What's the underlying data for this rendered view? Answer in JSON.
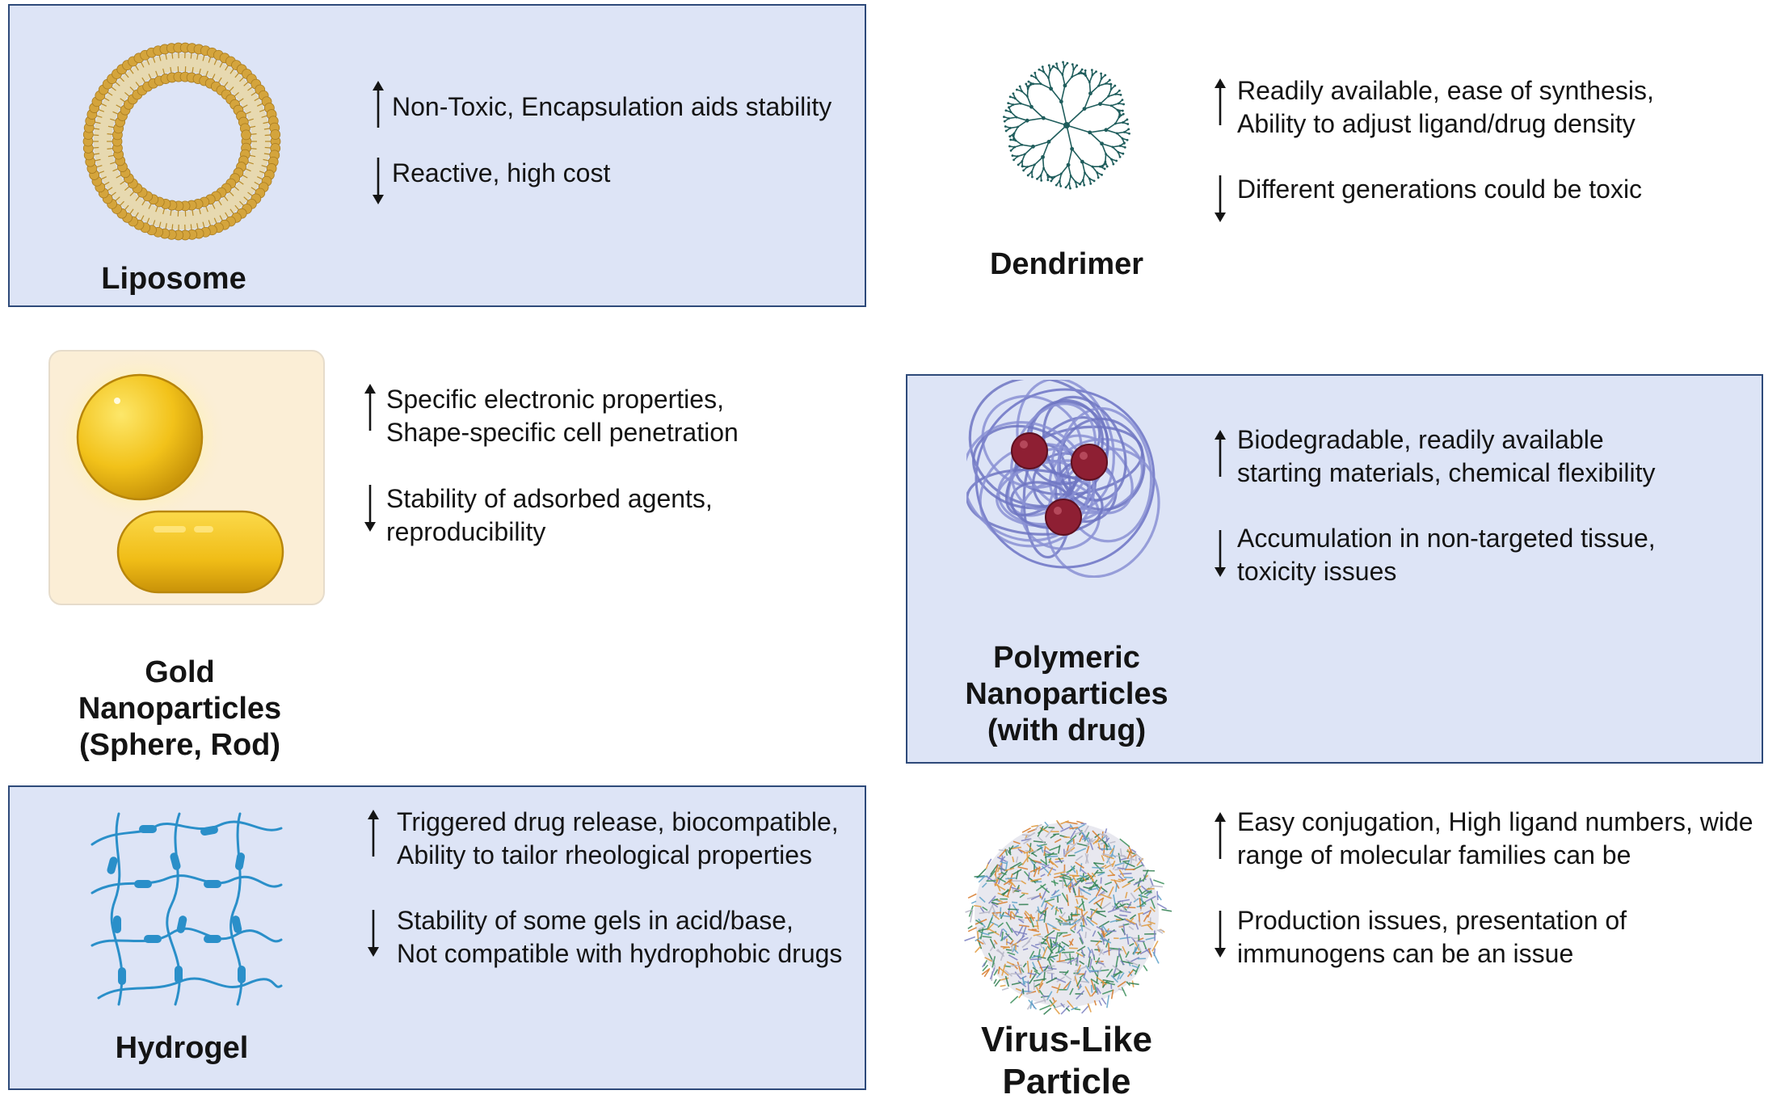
{
  "colors": {
    "panel_fill": "#dde4f6",
    "panel_border": "#2e4a7a",
    "lipid_head": "#d4a43c",
    "dendrimer": "#1f5d5c",
    "gold": "#f2c21a",
    "polymer": "#8a90d4",
    "drug": "#8e1f33",
    "hydrogel": "#2a8fc9"
  },
  "items": {
    "liposome": {
      "name": "Liposome",
      "pro": [
        "Non-Toxic, Encapsulation aids stability"
      ],
      "con": [
        "Reactive, high cost"
      ]
    },
    "dendrimer": {
      "name": "Dendrimer",
      "pro": [
        "Readily available, ease of synthesis,",
        "Ability to adjust ligand/drug density"
      ],
      "con": [
        "Different generations could be toxic"
      ]
    },
    "gold": {
      "name": [
        "Gold",
        "Nanoparticles",
        "(Sphere, Rod)"
      ],
      "pro": [
        "Specific electronic properties,",
        "Shape-specific cell penetration"
      ],
      "con": [
        "Stability of adsorbed agents,",
        "reproducibility"
      ]
    },
    "polymeric": {
      "name": [
        "Polymeric",
        "Nanoparticles",
        "(with drug)"
      ],
      "pro": [
        "Biodegradable, readily available",
        "starting materials, chemical flexibility"
      ],
      "con": [
        "Accumulation in non-targeted tissue,",
        "toxicity issues"
      ]
    },
    "hydrogel": {
      "name": "Hydrogel",
      "pro": [
        "Triggered drug release, biocompatible,",
        "Ability to tailor rheological properties"
      ],
      "con": [
        "Stability of some gels in acid/base,",
        "Not compatible with hydrophobic drugs"
      ]
    },
    "vlp": {
      "name": [
        "Virus-Like",
        "Particle"
      ],
      "pro": [
        "Easy conjugation, High ligand numbers, wide",
        "range of molecular families can be"
      ],
      "con": [
        "Production issues, presentation of",
        "immunogens can be an issue"
      ]
    }
  }
}
